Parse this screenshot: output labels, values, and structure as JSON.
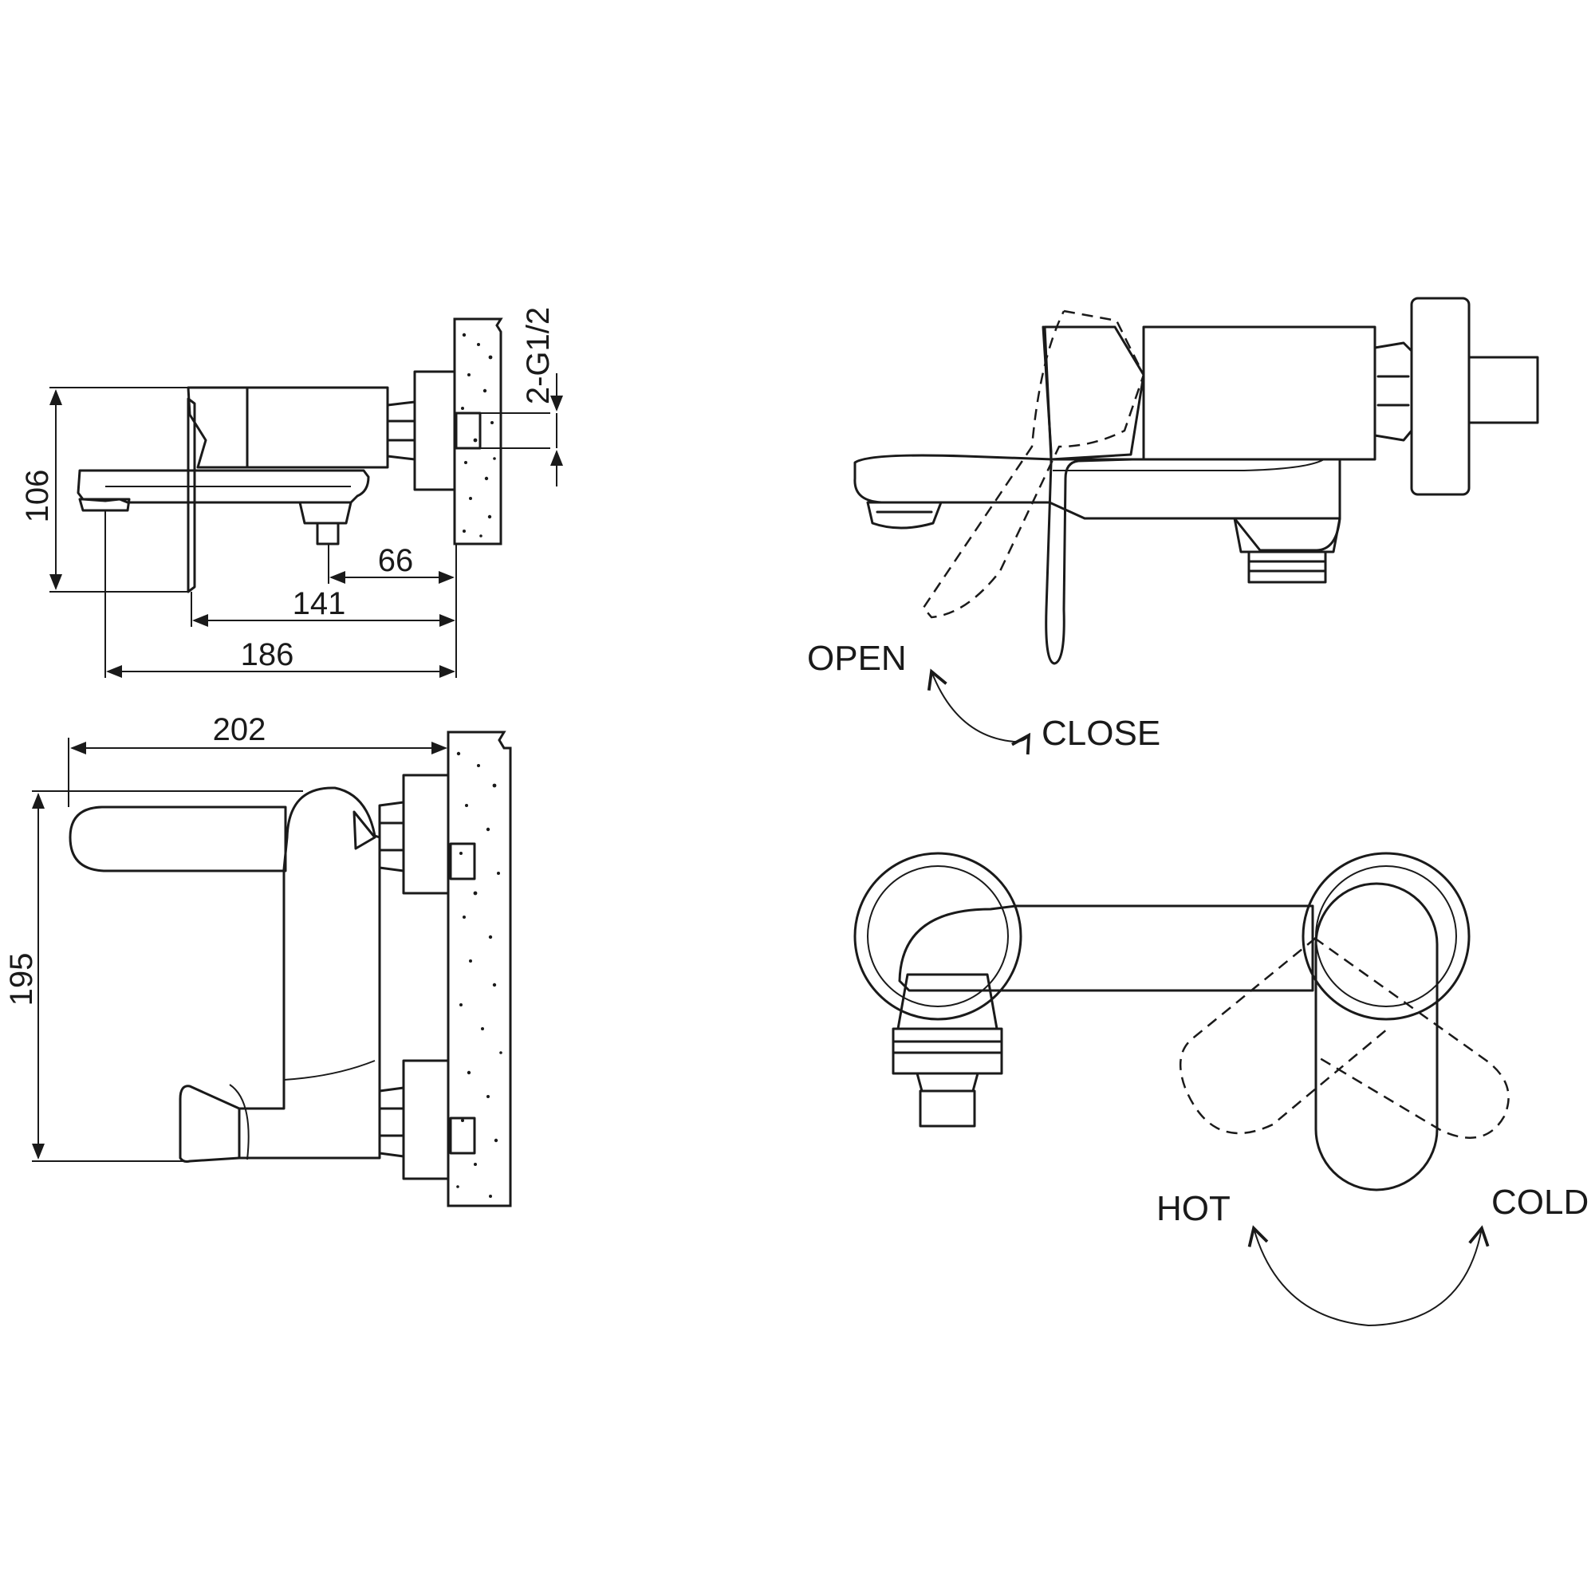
{
  "dimensions": {
    "overall_height_side": "106",
    "outlet_offset": "66",
    "lever_offset": "141",
    "spout_projection": "186",
    "pipe_thread": "2-G1/2",
    "top_length": "202",
    "top_width": "195"
  },
  "operation": {
    "open_label": "OPEN",
    "close_label": "CLOSE",
    "hot_label": "HOT",
    "cold_label": "COLD"
  },
  "colors": {
    "line": "#1a1a1a",
    "background": "#ffffff"
  }
}
